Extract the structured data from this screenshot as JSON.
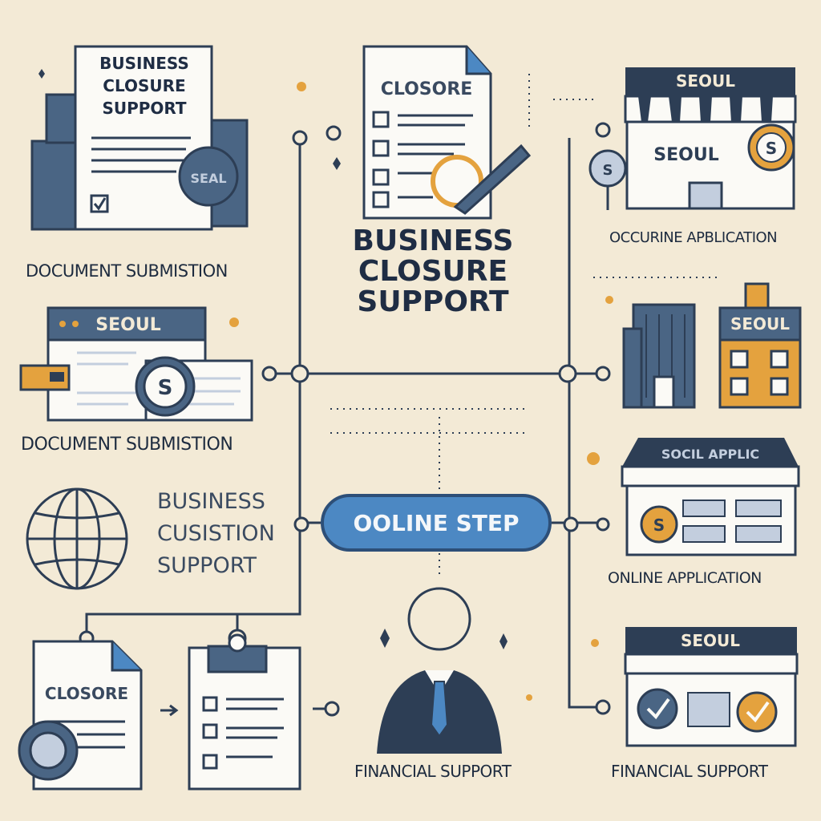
{
  "title": [
    "BUSINESS",
    "CLOSURE",
    "SUPPORT"
  ],
  "center_button": "OOLINE STEP",
  "left_labels": {
    "doc_submission_1": "DOCUMENT SUBMISTION",
    "doc_submission_2": "DOCUMENT SUBMISTION",
    "support_block": [
      "BUSINESS",
      "CUSISTION",
      "SUPPORT"
    ]
  },
  "right_labels": {
    "occurine_application": "OCCURINE APBLICATION",
    "online_application": "ONLINE APPLICATION",
    "financial_support_right": "FINANCIAL SUPPORT"
  },
  "bottom_labels": {
    "financial_support_center": "FINANCIAL SUPPORT"
  },
  "illustrations": {
    "doc_top_left": [
      "BUSINESS",
      "CLOSURE",
      "SUPPORT"
    ],
    "doc_top_left_seal": "SEAL",
    "doc_top_center": "CLOSORE",
    "store_top_right_awning": "SEOUL",
    "store_top_right_sign": "SEOUL",
    "browser_left": "SEOUL",
    "browser_left_coin": "S",
    "building_right": "SEOUL",
    "store_mid_right_awning": "SOCIL APPLIC",
    "store_mid_right_coin": "S",
    "store_bottom_right_awning": "SEOUL",
    "doc_bottom_left": "CLOSORE",
    "coin_symbol": "S"
  },
  "colors": {
    "background": "#f3ead6",
    "navy": "#2d3e55",
    "blue": "#4c88c3",
    "orange": "#e4a23e",
    "paper": "#fbfaf6"
  }
}
